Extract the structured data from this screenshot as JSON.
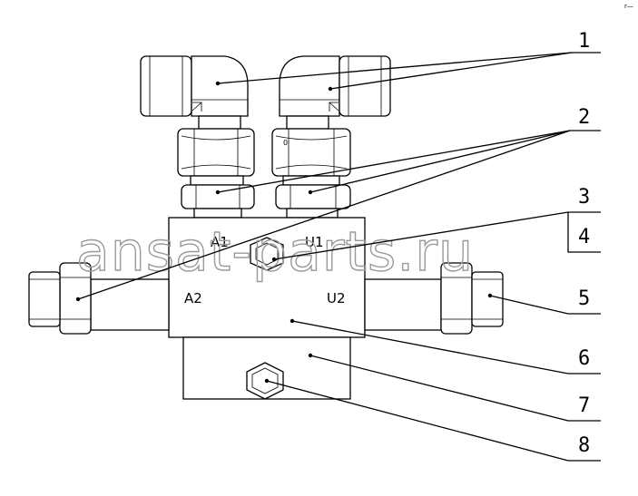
{
  "watermark": "ansat-parts.ru",
  "corner_mark": "r—",
  "port_labels": {
    "a1": "A1",
    "u1": "U1",
    "a2": "A2",
    "u2": "U2"
  },
  "callouts": [
    "1",
    "2",
    "3",
    "4",
    "5",
    "6",
    "7",
    "8"
  ]
}
